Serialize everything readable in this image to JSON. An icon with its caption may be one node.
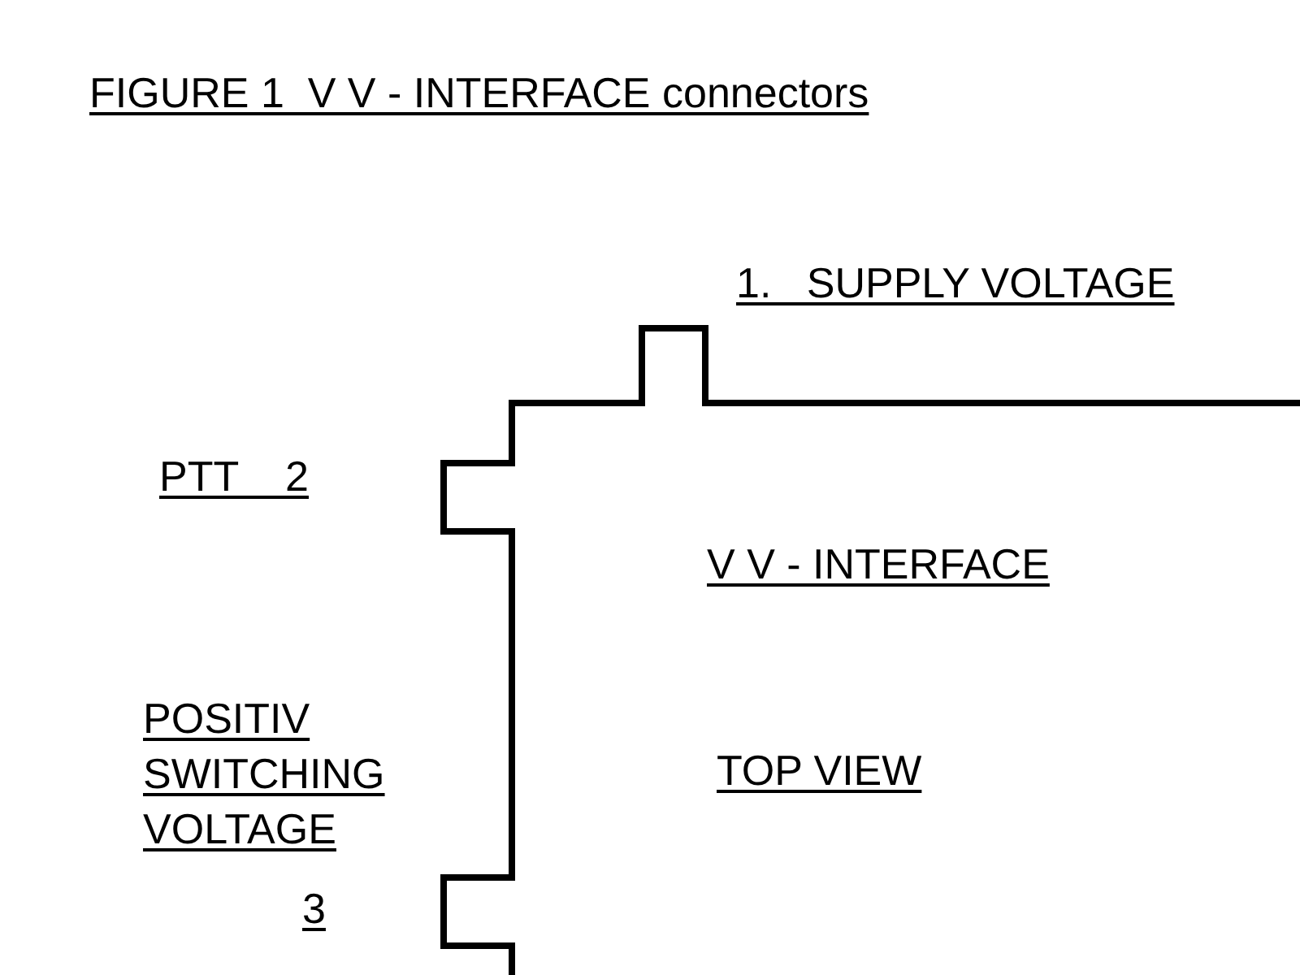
{
  "diagram": {
    "title": "FIGURE 1  V V - INTERFACE connectors",
    "nodes": [
      {
        "text": [
          "V V - INTERFACE",
          "TOP VIEW"
        ]
      },
      {
        "text": [],
        "shape": "box",
        "beside": [
          "1.   SUPPLY VOLTAGE"
        ]
      },
      {
        "text": [],
        "shape": "box",
        "beside": [
          "PTT    2"
        ]
      },
      {
        "text": [],
        "shape": "box",
        "beside": [
          "POSITIV SWITCHING VOLTAGE",
          "3"
        ]
      }
    ]
  }
}
